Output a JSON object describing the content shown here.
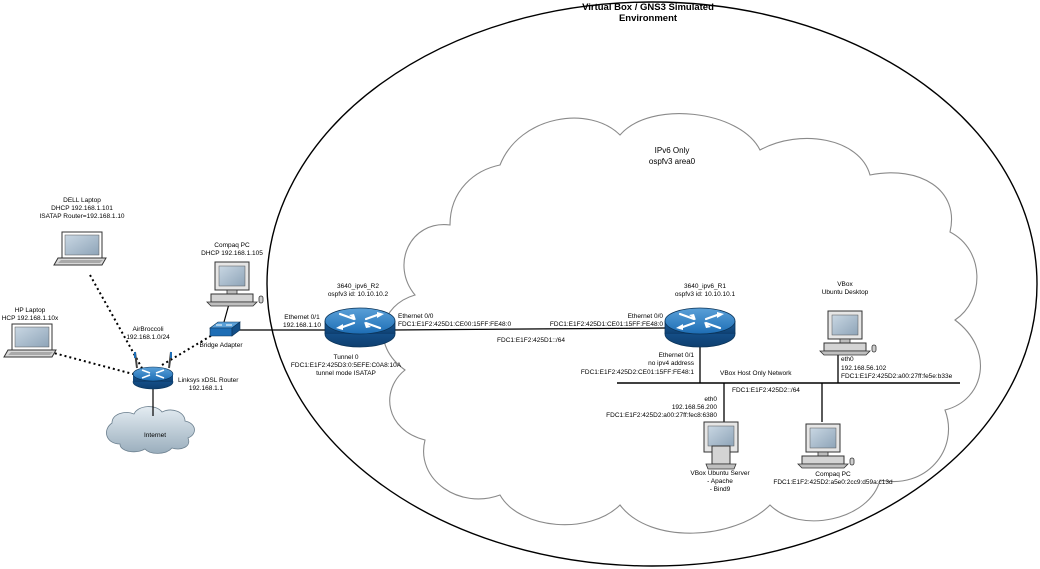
{
  "title_line1": "Virtual Box / GNS3 Simulated",
  "title_line2": "Environment",
  "ipv6_cloud": {
    "line1": "IPv6 Only",
    "line2": "ospfv3 area0"
  },
  "dell": {
    "line1": "DELL Laptop",
    "line2": "DHCP 192.168.1.101",
    "line3": "ISATAP Router=192.168.1.10"
  },
  "hp": {
    "line1": "HP Laptop",
    "line2": "HCP 192.168.1.10x"
  },
  "airbroccoli": {
    "line1": "AirBroccoli",
    "line2": "192.168.1.0/24"
  },
  "compaq_left": {
    "line1": "Compaq PC",
    "line2": "DHCP 192.168.1.105"
  },
  "bridge": "Bridge Adapter",
  "linksys": {
    "line1": "Linksys xDSL Router",
    "line2": "192.168.1.1"
  },
  "internet": "Internet",
  "r2": {
    "name": "3640_ipv6_R2",
    "id": "ospfv3 id: 10.10.10.2",
    "eth01": "Ethernet 0/1",
    "eth01_ip": "192.168.1.10",
    "eth00": "Ethernet 0/0",
    "eth00_ip": "FDC1:E1F2:425D1:CE00:15FF:FE48:0",
    "tunnel": "Tunnel 0",
    "tunnel_ip": "FDC1:E1F2:425D3:0:5EFE:C0A8:10A",
    "tunnel_mode": "tunnel mode ISATAP"
  },
  "link_net": "FDC1:E1F2:425D1::/64",
  "r1": {
    "name": "3640_ipv6_R1",
    "id": "ospfv3 id: 10.10.10.1",
    "eth00": "Ethernet 0/0",
    "eth00_ip": "FDC1:E1F2:425D1:CE01:15FF:FE48:0",
    "eth01": "Ethernet 0/1",
    "eth01_note": "no ipv4 address",
    "eth01_ip": "FDC1:E1F2:425D2:CE01:15FF:FE48:1"
  },
  "host_only": "VBox Host Only Network",
  "host_net": "FDC1:E1F2:425D2::/64",
  "ubuntu_desktop": {
    "line1": "VBox",
    "line2": "Ubuntu Desktop",
    "eth": "eth0",
    "ipv4": "192.168.56.102",
    "ipv6": "FDC1:E1F2:425D2:a00:27ff:fe5e:b33e"
  },
  "ubuntu_server": {
    "eth": "eth0",
    "ipv4": "192.168.56.200",
    "ipv6": "FDC1:E1F2:425D2:a00:27ff:fec8:6380",
    "line1": "VBox Ubuntu Server",
    "line2": "- Apache",
    "line3": "- Bind9"
  },
  "compaq_right": {
    "line1": "Compaq PC",
    "line2": "FDC1:E1F2:425D2:a5e0:2cc9:d59a:c13d"
  }
}
